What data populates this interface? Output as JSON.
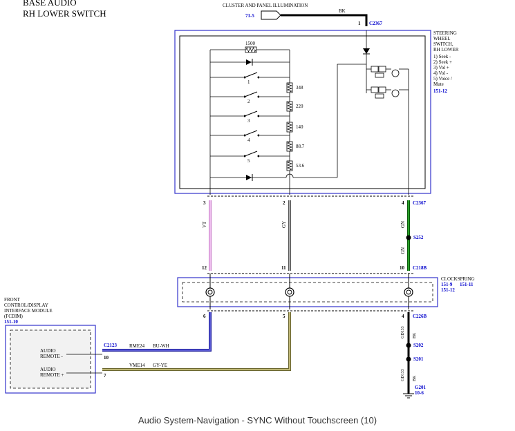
{
  "header": {
    "line1": "BASE AUDIO",
    "line2": "RH LOWER SWITCH"
  },
  "illumination": {
    "label": "CLUSTER AND PANEL ILLUMINATION",
    "ref": "71-5",
    "wire_color": "BK"
  },
  "connector_top": {
    "pin": "1",
    "id": "C2367"
  },
  "steering_switch": {
    "title": [
      "STEERING",
      "WHEEL",
      "SWITCH,",
      "RH LOWER"
    ],
    "legend": [
      "1) Seek -",
      "2) Seek +",
      "3) Vol +",
      "4) Vol -",
      "5) Voice /",
      "Mute"
    ],
    "ref": "151-12",
    "resistors": [
      "1500",
      "348",
      "220",
      "140",
      "88.7",
      "53.6"
    ],
    "switch_numbers": [
      "1",
      "2",
      "3",
      "4",
      "5"
    ]
  },
  "switch_pins": {
    "left": "3",
    "mid": "2",
    "right": "4",
    "connector": "C2367"
  },
  "wires_upper": {
    "left_color": "VT",
    "mid_color": "GY",
    "right_color": "GN",
    "right_color2": "GN",
    "splice": "S252"
  },
  "clockspring_pins": {
    "left": "12",
    "mid": "11",
    "right": "10",
    "connector": "C218B"
  },
  "clockspring": {
    "label": "CLOCKSPRING",
    "refs": [
      "151-9",
      "151-11",
      "151-12"
    ]
  },
  "lower_pins": {
    "left": "6",
    "mid": "5",
    "right": "4",
    "connector": "C226B"
  },
  "fcdim": {
    "title": [
      "FRONT",
      "CONTROL/DISPLAY",
      "INTERFACE MODULE",
      "(FCDIM)"
    ],
    "ref": "151-10",
    "connector": "C2123",
    "pin_a": "10",
    "pin_b": "7",
    "label_a": [
      "AUDIO",
      "REMOTE -"
    ],
    "label_b": [
      "AUDIO",
      "REMOTE +"
    ]
  },
  "wire_rme24": {
    "circuit": "RME24",
    "color": "BU-WH"
  },
  "wire_vme14": {
    "circuit": "VME14",
    "color": "GY-YE"
  },
  "ground_path": {
    "gauge1": "GD133",
    "color1": "BK",
    "splice1": "S202",
    "splice2": "S201",
    "gauge2": "GD133",
    "color2": "BK",
    "ground": "G201",
    "ground_ref": "10-6"
  },
  "caption": "Audio System-Navigation - SYNC Without Touchscreen (10)",
  "colors": {
    "vt": "#e6a6e6",
    "gy": "#9a9a9a",
    "gn": "#1a8c1a",
    "bu_wh": "#2222cc",
    "gy_ye": "#b8b060",
    "blue_line": "#3333cc",
    "ref_blue": "#0000cc"
  }
}
